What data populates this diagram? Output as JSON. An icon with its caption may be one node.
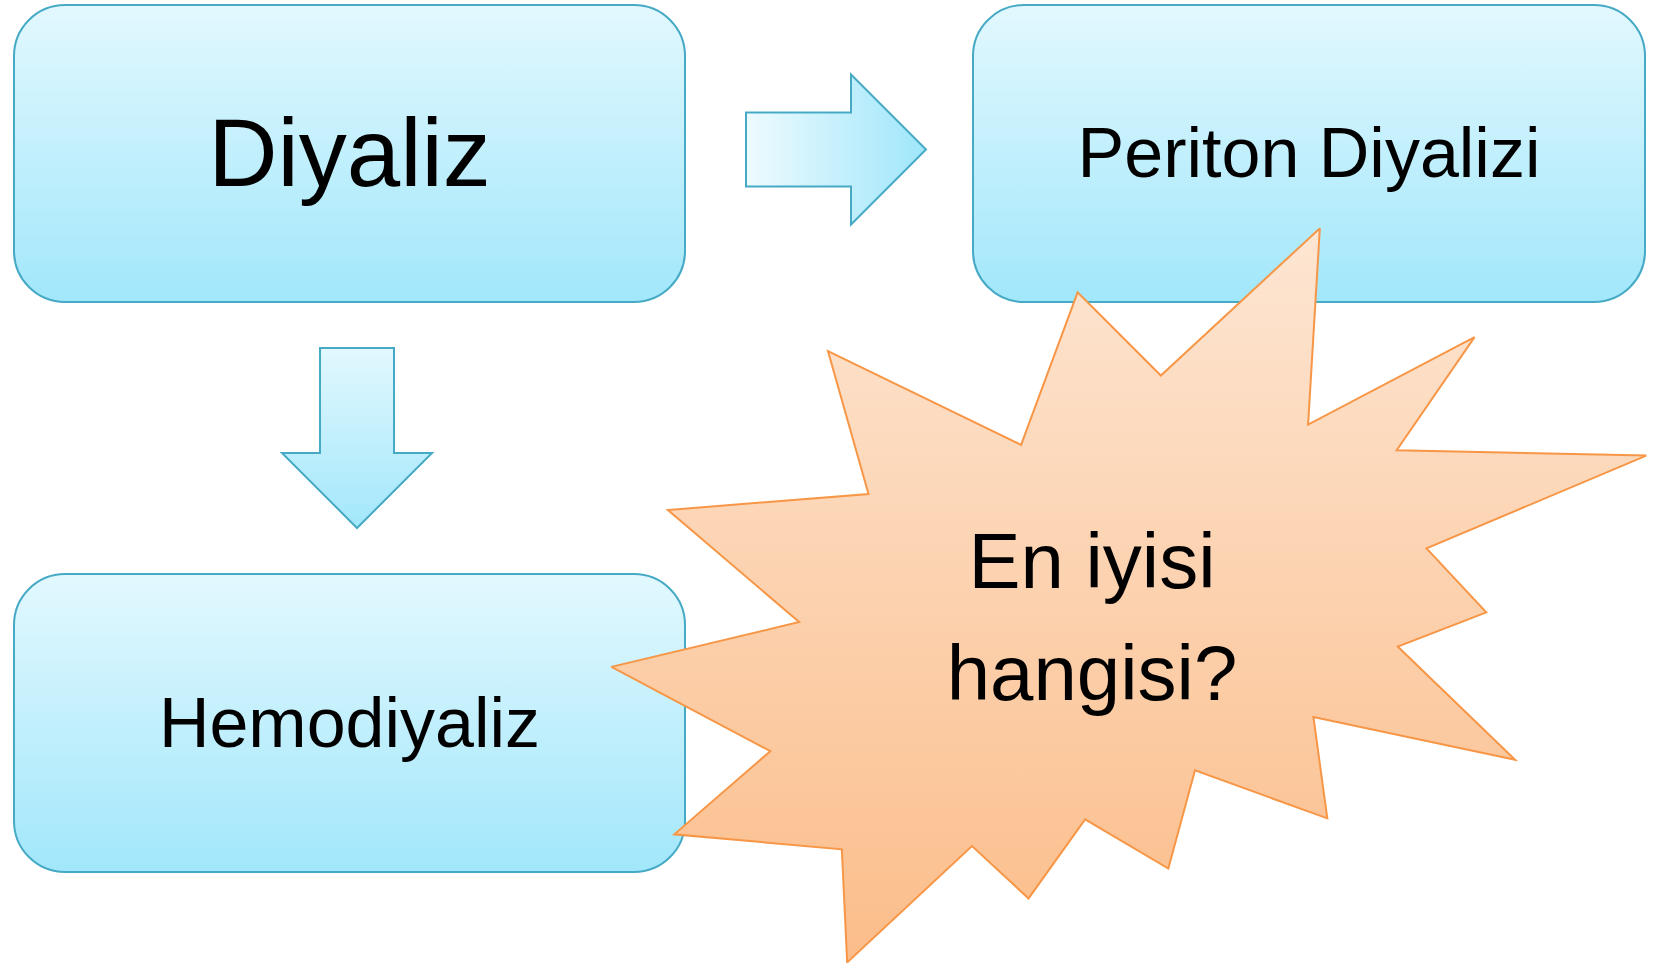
{
  "diagram": {
    "nodes": [
      {
        "text": [
          "Diyaliz"
        ]
      },
      {
        "text": [
          "Periton Diyalizi"
        ]
      },
      {
        "text": [
          "Hemodiyaliz"
        ]
      },
      {
        "text": [
          "En iyisi hangisi?"
        ]
      }
    ],
    "edges": [
      {
        "from": 0,
        "to": 1,
        "arrow": "to"
      },
      {
        "from": 0,
        "to": 2,
        "arrow": "to"
      }
    ]
  }
}
